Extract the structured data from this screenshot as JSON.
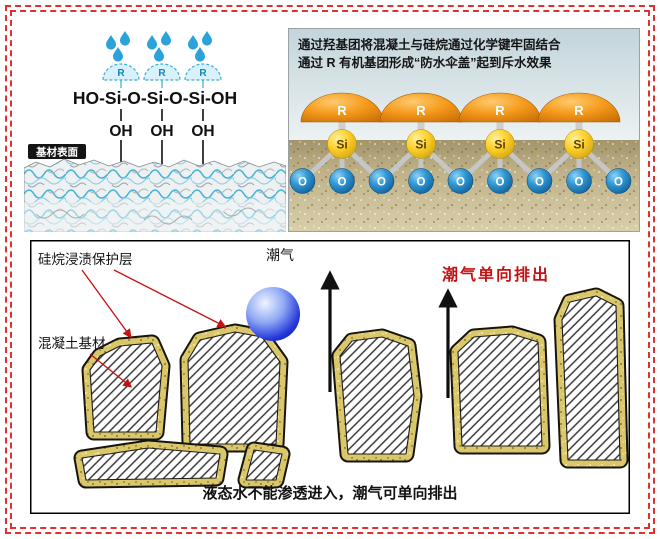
{
  "colors": {
    "frame_red": "#e03030",
    "accent_red": "#c41212",
    "dome_orange": "#f59b1c",
    "si_yellow": "#ffd22e",
    "o_blue": "#2f97d4",
    "coating_tan": "#d9c76a",
    "droplet_blue": "#2ba2da",
    "water_ball_blue": "#2336d9"
  },
  "top_left": {
    "rain_umbrella_labels": [
      "R",
      "R",
      "R"
    ],
    "formula": "HO-Si-O-Si-O-Si-OH",
    "hydroxyl_labels": [
      "OH",
      "OH",
      "OH"
    ],
    "surface_label": "基材表面"
  },
  "top_right": {
    "caption_line1": "通过羟基团将混凝土与硅烷通过化学键牢固结合",
    "caption_line2": "通过 R 有机基团形成“防水伞盖”起到斥水效果",
    "r_labels": [
      "R",
      "R",
      "R",
      "R"
    ],
    "si_labels": [
      "Si",
      "Si",
      "Si",
      "Si"
    ],
    "o_labels": [
      "O",
      "O",
      "O",
      "O",
      "O",
      "O",
      "O",
      "O",
      "O"
    ]
  },
  "bottom": {
    "protective_layer_label": "硅烷浸渍保护层",
    "moisture_label": "潮气",
    "moisture_exit_label": "潮气单向排出",
    "substrate_label": "混凝土基材",
    "caption": "液态水不能渗透进入，潮气可单向排出"
  }
}
